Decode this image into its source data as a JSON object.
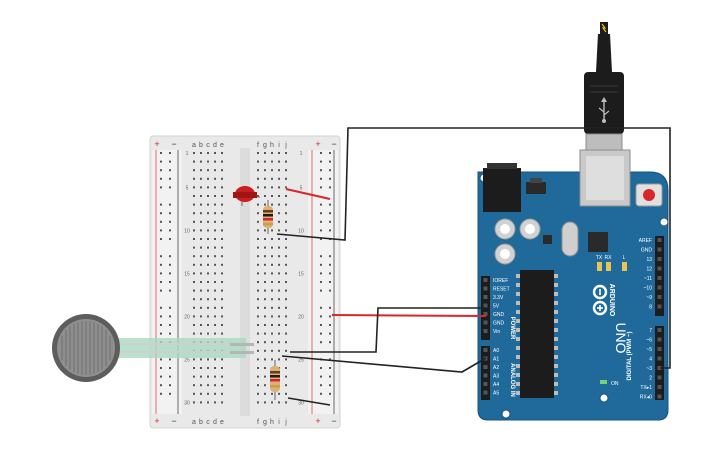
{
  "breadboard": {
    "columns_left": [
      "a",
      "b",
      "c",
      "d",
      "e"
    ],
    "columns_right": [
      "f",
      "g",
      "h",
      "i",
      "j"
    ],
    "row_labels": [
      "1",
      "5",
      "10",
      "15",
      "20",
      "25",
      "30"
    ],
    "rail_plus": "+",
    "rail_minus": "−"
  },
  "arduino": {
    "brand": "ARDUINO",
    "model": "UNO",
    "on_label": "ON",
    "tx_label": "TX",
    "rx_label": "RX",
    "l_label": "L",
    "power_header_label": "POWER",
    "analog_header_label": "ANALOG IN",
    "digital_header_label": "DIGITAL (PWM ~)",
    "power_pins": [
      "IOREF",
      "RESET",
      "3.3V",
      "5V",
      "GND",
      "GND",
      "Vin"
    ],
    "analog_pins": [
      "A0",
      "A1",
      "A2",
      "A3",
      "A4",
      "A5"
    ],
    "digital_top_pins": [
      "AREF",
      "GND",
      "13",
      "12",
      "~11",
      "~10",
      "~9",
      "8"
    ],
    "digital_bottom_pins": [
      "7",
      "~6",
      "~5",
      "4",
      "~3",
      "2",
      "TX▸1",
      "RX◂0"
    ]
  },
  "colors": {
    "board_blue": "#1f6a9a",
    "breadboard": "#e9e9e9",
    "wire_red": "#d9262b",
    "wire_black": "#222222",
    "led_red": "#c81e1e",
    "sensor_gray": "#6f6f6f"
  }
}
